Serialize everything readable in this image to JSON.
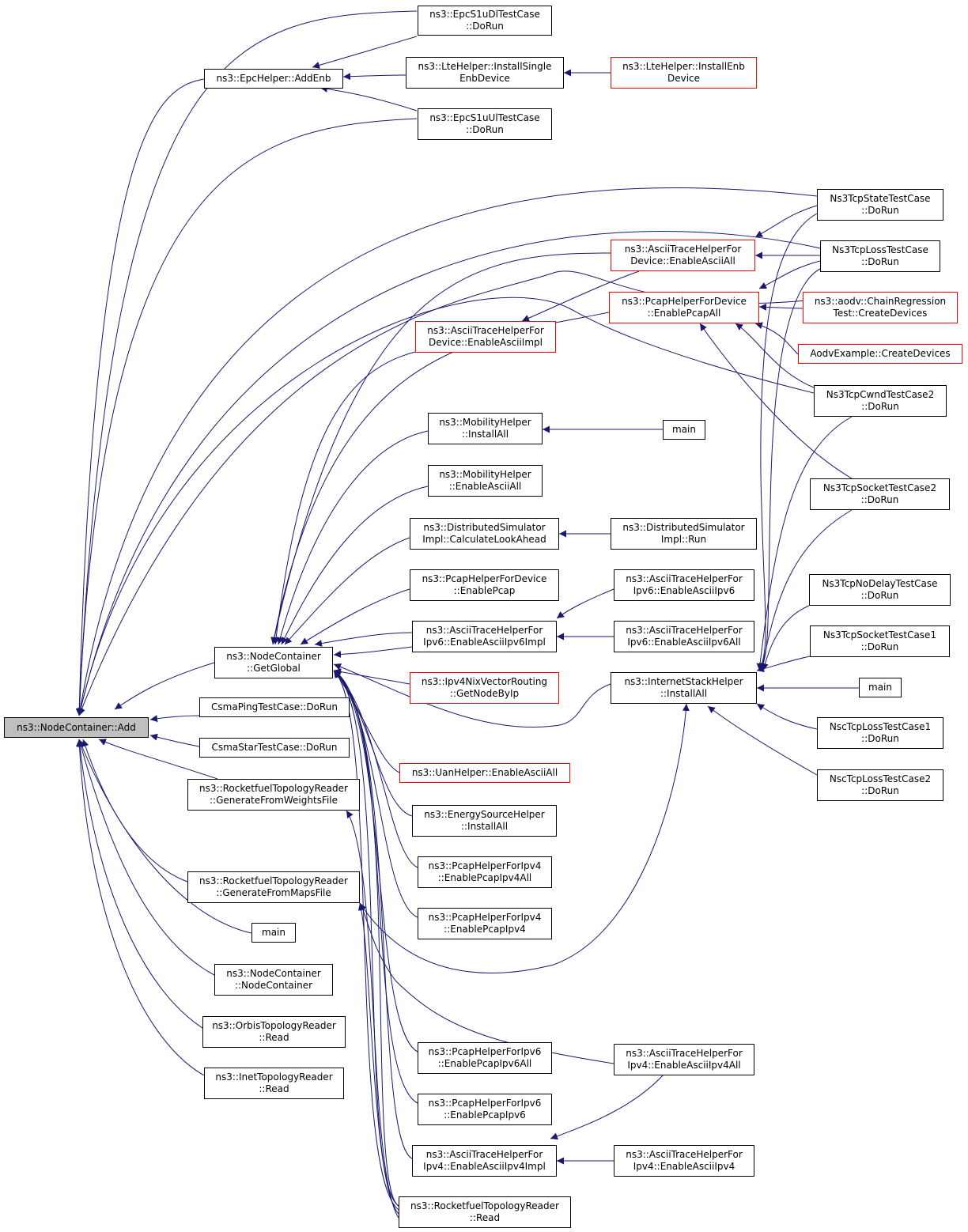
{
  "colors": {
    "edge": "#191970",
    "node_border": "#000000",
    "red_border": "#ff0000",
    "root_fill": "#bfbfbf"
  },
  "nodes": {
    "root": {
      "lines": [
        "ns3::NodeContainer::Add"
      ],
      "red": false
    },
    "epcdl": {
      "lines": [
        "ns3::EpcS1uDlTestCase",
        "::DoRun"
      ],
      "red": false
    },
    "epcaddenb": {
      "lines": [
        "ns3::EpcHelper::AddEnb"
      ],
      "red": false
    },
    "lteinstsingle": {
      "lines": [
        "ns3::LteHelper::InstallSingle",
        "EnbDevice"
      ],
      "red": false
    },
    "lteinstenb": {
      "lines": [
        "ns3::LteHelper::InstallEnb",
        "Device"
      ],
      "red": true
    },
    "epcul": {
      "lines": [
        "ns3::EpcS1uUlTestCase",
        "::DoRun"
      ],
      "red": false
    },
    "tcpstate": {
      "lines": [
        "Ns3TcpStateTestCase",
        "::DoRun"
      ],
      "red": false
    },
    "asciidevall": {
      "lines": [
        "ns3::AsciiTraceHelperFor",
        "Device::EnableAsciiAll"
      ],
      "red": true
    },
    "tcploss": {
      "lines": [
        "Ns3TcpLossTestCase",
        "::DoRun"
      ],
      "red": false
    },
    "pcapdevall": {
      "lines": [
        "ns3::PcapHelperForDevice",
        "::EnablePcapAll"
      ],
      "red": true
    },
    "aodvchain": {
      "lines": [
        "ns3::aodv::ChainRegression",
        "Test::CreateDevices"
      ],
      "red": true
    },
    "asciidevimpl": {
      "lines": [
        "ns3::AsciiTraceHelperFor",
        "Device::EnableAsciiImpl"
      ],
      "red": true
    },
    "aodvex": {
      "lines": [
        "AodvExample::CreateDevices"
      ],
      "red": true
    },
    "tcpcwnd2": {
      "lines": [
        "Ns3TcpCwndTestCase2",
        "::DoRun"
      ],
      "red": false
    },
    "mobinstall": {
      "lines": [
        "ns3::MobilityHelper",
        "::InstallAll"
      ],
      "red": false
    },
    "main1": {
      "lines": [
        "main"
      ],
      "red": false
    },
    "mobascii": {
      "lines": [
        "ns3::MobilityHelper",
        "::EnableAsciiAll"
      ],
      "red": false
    },
    "tcpsock2": {
      "lines": [
        "Ns3TcpSocketTestCase2",
        "::DoRun"
      ],
      "red": false
    },
    "distcalc": {
      "lines": [
        "ns3::DistributedSimulator",
        "Impl::CalculateLookAhead"
      ],
      "red": false
    },
    "distrun": {
      "lines": [
        "ns3::DistributedSimulator",
        "Impl::Run"
      ],
      "red": false
    },
    "pcapdev": {
      "lines": [
        "ns3::PcapHelperForDevice",
        "::EnablePcap"
      ],
      "red": false
    },
    "asciiv6": {
      "lines": [
        "ns3::AsciiTraceHelperFor",
        "Ipv6::EnableAsciiIpv6"
      ],
      "red": false
    },
    "tcpnodelay": {
      "lines": [
        "Ns3TcpNoDelayTestCase",
        "::DoRun"
      ],
      "red": false
    },
    "asciiv6impl": {
      "lines": [
        "ns3::AsciiTraceHelperFor",
        "Ipv6::EnableAsciiIpv6Impl"
      ],
      "red": false
    },
    "asciiv6all": {
      "lines": [
        "ns3::AsciiTraceHelperFor",
        "Ipv6::EnableAsciiIpv6All"
      ],
      "red": false
    },
    "tcpsock1": {
      "lines": [
        "Ns3TcpSocketTestCase1",
        "::DoRun"
      ],
      "red": false
    },
    "getglobal": {
      "lines": [
        "ns3::NodeContainer",
        "::GetGlobal"
      ],
      "red": false
    },
    "nixvec": {
      "lines": [
        "ns3::Ipv4NixVectorRouting",
        "::GetNodeByIp"
      ],
      "red": true
    },
    "inetinstall": {
      "lines": [
        "ns3::InternetStackHelper",
        "::InstallAll"
      ],
      "red": false
    },
    "main2": {
      "lines": [
        "main"
      ],
      "red": false
    },
    "csmaping": {
      "lines": [
        "CsmaPingTestCase::DoRun"
      ],
      "red": false
    },
    "nsc1": {
      "lines": [
        "NscTcpLossTestCase1",
        "::DoRun"
      ],
      "red": false
    },
    "csmastar": {
      "lines": [
        "CsmaStarTestCase::DoRun"
      ],
      "red": false
    },
    "uanascii": {
      "lines": [
        "ns3::UanHelper::EnableAsciiAll"
      ],
      "red": true
    },
    "nsc2": {
      "lines": [
        "NscTcpLossTestCase2",
        "::DoRun"
      ],
      "red": false
    },
    "rfweights": {
      "lines": [
        "ns3::RocketfuelTopologyReader",
        "::GenerateFromWeightsFile"
      ],
      "red": false
    },
    "energy": {
      "lines": [
        "ns3::EnergySourceHelper",
        "::InstallAll"
      ],
      "red": false
    },
    "pcapv4all": {
      "lines": [
        "ns3::PcapHelperForIpv4",
        "::EnablePcapIpv4All"
      ],
      "red": false
    },
    "rfmaps": {
      "lines": [
        "ns3::RocketfuelTopologyReader",
        "::GenerateFromMapsFile"
      ],
      "red": false
    },
    "pcapv4": {
      "lines": [
        "ns3::PcapHelperForIpv4",
        "::EnablePcapIpv4"
      ],
      "red": false
    },
    "main3": {
      "lines": [
        "main"
      ],
      "red": false
    },
    "nodecont": {
      "lines": [
        "ns3::NodeContainer",
        "::NodeContainer"
      ],
      "red": false
    },
    "orbis": {
      "lines": [
        "ns3::OrbisTopologyReader",
        "::Read"
      ],
      "red": false
    },
    "pcapv6all": {
      "lines": [
        "ns3::PcapHelperForIpv6",
        "::EnablePcapIpv6All"
      ],
      "red": false
    },
    "asciiv4all": {
      "lines": [
        "ns3::AsciiTraceHelperFor",
        "Ipv4::EnableAsciiIpv4All"
      ],
      "red": false
    },
    "inet": {
      "lines": [
        "ns3::InetTopologyReader",
        "::Read"
      ],
      "red": false
    },
    "pcapv6": {
      "lines": [
        "ns3::PcapHelperForIpv6",
        "::EnablePcapIpv6"
      ],
      "red": false
    },
    "asciiv4impl": {
      "lines": [
        "ns3::AsciiTraceHelperFor",
        "Ipv4::EnableAsciiIpv4Impl"
      ],
      "red": false
    },
    "asciiv4": {
      "lines": [
        "ns3::AsciiTraceHelperFor",
        "Ipv4::EnableAsciiIpv4"
      ],
      "red": false
    },
    "rfread": {
      "lines": [
        "ns3::RocketfuelTopologyReader",
        "::Read"
      ],
      "red": false
    }
  }
}
